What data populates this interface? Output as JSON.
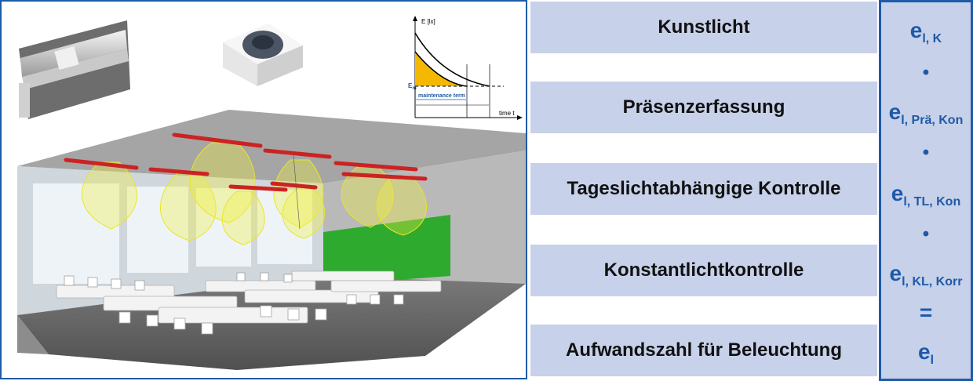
{
  "colors": {
    "accent": "#1e5aa8",
    "row_fill": "#c7d1ea",
    "luminaire": "#cc2222",
    "light_cone": "#eeee33",
    "board": "#2eaa2e",
    "graph_fill": "#f5b800"
  },
  "illustrations": {
    "lamp_photo": "fluorescent-tube-luminaire",
    "sensor_photo": "presence-sensor",
    "room": "classroom-lighting-simulation"
  },
  "graph": {
    "y_label": "E [lx]",
    "x_label": "time t",
    "em_label": "E",
    "em_sub": "m",
    "term_label": "maintenance term"
  },
  "rows": [
    {
      "label": "Kunstlicht"
    },
    {
      "label": "Präsenzerfassung"
    },
    {
      "label": "Tageslichtabhängige Kontrolle"
    },
    {
      "label": "Konstantlichtkontrolle"
    },
    {
      "label": "Aufwandszahl für Beleuchtung"
    }
  ],
  "symbols": [
    {
      "base": "e",
      "sub": "l, K"
    },
    {
      "op": "•"
    },
    {
      "base": "e",
      "sub": "l, Prä, Kon"
    },
    {
      "op": "•"
    },
    {
      "base": "e",
      "sub": "l, TL, Kon"
    },
    {
      "op": "•"
    },
    {
      "base": "e",
      "sub": "l, KL, Korr"
    },
    {
      "op": "="
    },
    {
      "base": "e",
      "sub": "l"
    }
  ]
}
